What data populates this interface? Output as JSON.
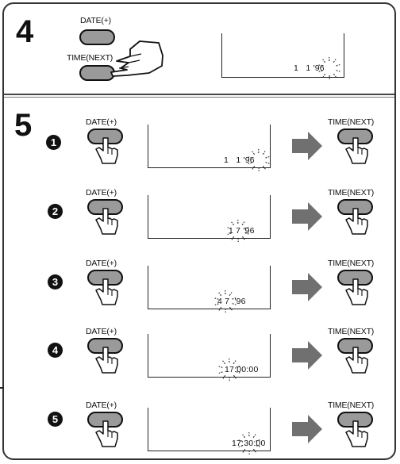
{
  "step4": {
    "number": "4",
    "date_label": "DATE(+)",
    "time_label": "TIME(NEXT)",
    "display": {
      "pre": "1   1 ",
      "val": "'96",
      "post": ""
    }
  },
  "step5": {
    "number": "5",
    "date_label": "DATE(+)",
    "time_label": "TIME(NEXT)",
    "substeps": [
      {
        "num": "1",
        "display": {
          "pre": "1   1 ",
          "val": "'96",
          "post": ""
        }
      },
      {
        "num": "2",
        "display": {
          "pre": "1 ",
          "val": "7",
          "post": " '96"
        }
      },
      {
        "num": "3",
        "display": {
          "pre": "",
          "val": "4",
          "post": " 7  '96"
        }
      },
      {
        "num": "4",
        "display": {
          "pre": "",
          "val": "17",
          "post": ":00:00"
        }
      },
      {
        "num": "5",
        "display": {
          "pre": "17:",
          "val": "30",
          "post": ":00"
        }
      }
    ]
  },
  "colors": {
    "button_fill": "#9a9a9a",
    "arrow": "#707070",
    "outline": "#111111"
  }
}
